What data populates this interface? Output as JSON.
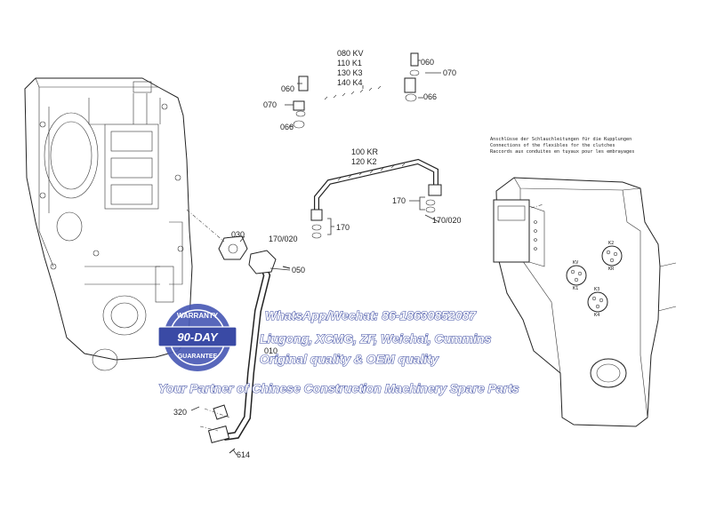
{
  "callouts": {
    "c060_top": "060",
    "c070_top": "070",
    "c066_right": "066",
    "c060_left": "060",
    "c070_left": "070",
    "c066_left": "066",
    "c080kv": "080 KV",
    "c110k1": "110 K1",
    "c130k3": "130 K3",
    "c140k4": "140 K4",
    "c100kr": "100 KR",
    "c120k2": "120 K2",
    "c170_right": "170",
    "c170_020_right": "170/020",
    "c170_left": "170",
    "c170_020_left": "170/020",
    "c030": "030",
    "c050": "050",
    "c010": "010",
    "c320": "320",
    "c614": "614"
  },
  "note": {
    "line1": "Anschlüsse der Schlauchleitungen für die Kupplungen",
    "line2": "Connections of the flexibles for the clutches",
    "line3": "Raccords aux conduites en tuyaux pour les embrayages"
  },
  "clutch_ports": {
    "kv": "KV",
    "k1": "K1",
    "k2": "K2",
    "kr": "KR",
    "k3": "K3",
    "k4": "K4"
  },
  "watermark": {
    "badge_top": "WARRANTY",
    "badge_mid": "90-DAY",
    "badge_bottom": "GUARANTEE",
    "line1": "WhatsApp/Wechat: 86-18630852087",
    "line2": "Liugong, XCMG, ZF, Weichai, Cummins",
    "line3": "Original quality & OEM quality",
    "line4": "Your Partner of Chinese Construction Machinery Spare Parts",
    "text_color": "#ffffff",
    "outline_color": "#2a3a9a",
    "badge_color": "#4a5ab5"
  }
}
